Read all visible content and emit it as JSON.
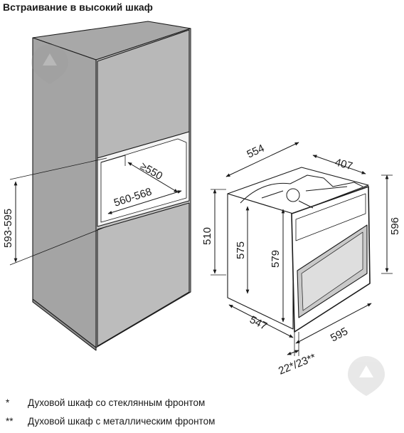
{
  "title": "Встраивание в высокий шкаф",
  "cabinet": {
    "niche_depth": "≥550",
    "niche_width": "560-568",
    "niche_height": "593-595"
  },
  "oven": {
    "width_top": "554",
    "depth_top": "407",
    "height_left": "510",
    "height_inner": "575",
    "height_front": "579",
    "height_right": "596",
    "depth_bottom": "547",
    "width_bottom": "595",
    "front_thickness": "22*/23**"
  },
  "footnotes": [
    {
      "mark": "*",
      "text": "Духовой шкаф со стеклянным фронтом"
    },
    {
      "mark": "**",
      "text": "Духовой шкаф с металлическим фронтом"
    }
  ],
  "watermark_icon": "dropper-logo-icon"
}
